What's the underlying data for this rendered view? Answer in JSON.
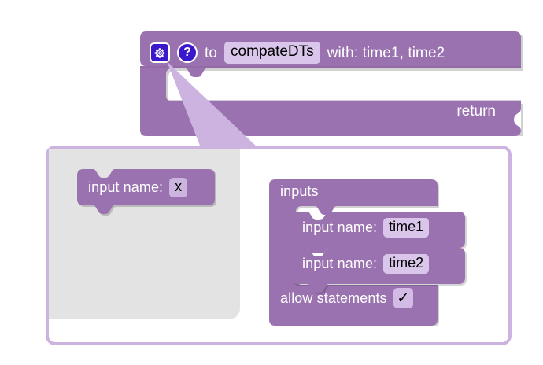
{
  "procedure_block": {
    "gear_icon": "gear-icon",
    "help_icon": "help-icon",
    "to_label": "to",
    "name_value": "compateDTs",
    "with_label": "with: time1, time2",
    "return_label": "return",
    "color": "#9b72b0"
  },
  "mutator_dialog": {
    "border_color": "#cdb3e0",
    "flyout_bg": "#e3e3e3",
    "flyout_blocks": [
      {
        "label": "input name:",
        "value": "x"
      }
    ],
    "workspace": {
      "container_block": {
        "title": "inputs",
        "items": [
          {
            "label": "input name:",
            "value": "time1"
          },
          {
            "label": "input name:",
            "value": "time2"
          }
        ],
        "allow_statements_label": "allow statements",
        "allow_statements_checked": "✓"
      }
    }
  }
}
